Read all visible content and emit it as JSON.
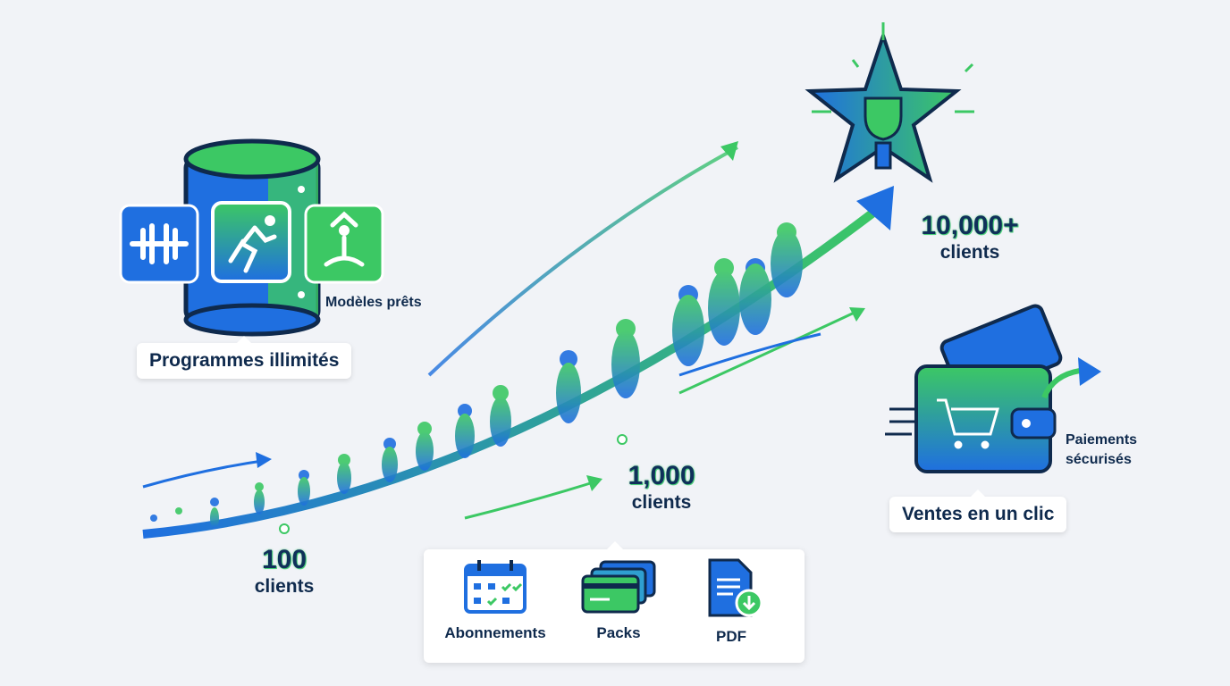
{
  "colors": {
    "blue": "#1f6fe0",
    "green": "#3cc864",
    "navy": "#0f2a4d",
    "background": "#f1f3f7"
  },
  "programs": {
    "label": "Programmes illimités",
    "sublabel": "Modèles prêts",
    "icons": [
      "dumbbell-icon",
      "runner-icon",
      "yoga-icon",
      "database-icon"
    ]
  },
  "milestones": [
    {
      "number": "100",
      "unit": "clients"
    },
    {
      "number": "1,000",
      "unit": "clients"
    },
    {
      "number": "10,000+",
      "unit": "clients"
    }
  ],
  "sales": {
    "label": "Ventes en un clic",
    "sublabel_line1": "Paiements",
    "sublabel_line2": "sécurisés",
    "icons": [
      "wallet-icon",
      "cart-icon",
      "credit-card-icon"
    ]
  },
  "offer_types": [
    {
      "label": "Abonnements",
      "icon": "calendar-icon"
    },
    {
      "label": "Packs",
      "icon": "cards-icon"
    },
    {
      "label": "PDF",
      "icon": "pdf-download-icon"
    }
  ],
  "trophy": {
    "icon": "star-trophy-icon"
  }
}
